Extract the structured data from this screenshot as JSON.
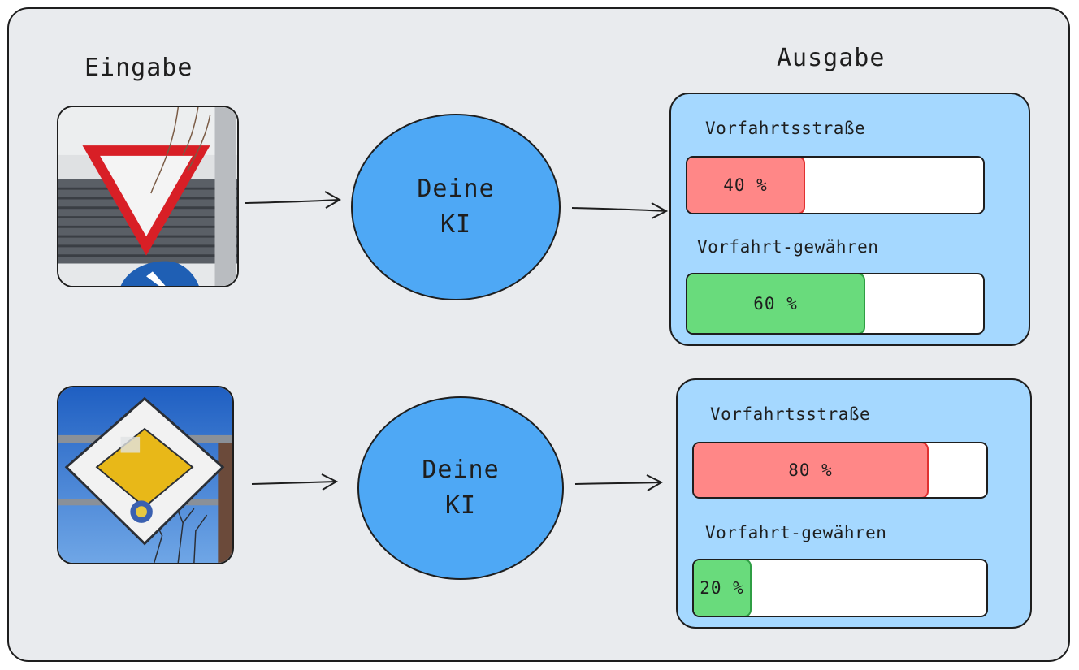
{
  "headings": {
    "input": "Eingabe",
    "output": "Ausgabe"
  },
  "colors": {
    "ki": "#4ea8f5",
    "panel": "#a5d8ff",
    "fill_red": "#ff8787",
    "fill_green": "#69db7c"
  },
  "rows": [
    {
      "image_icon": "yield-sign-photo",
      "ki": {
        "line1": "Deine",
        "line2": "KI"
      },
      "outputs": [
        {
          "label": "Vorfahrtsstraße",
          "value": 40,
          "text": "40 %",
          "color": "red"
        },
        {
          "label": "Vorfahrt-gewähren",
          "value": 60,
          "text": "60 %",
          "color": "green"
        }
      ]
    },
    {
      "image_icon": "priority-road-sign-photo",
      "ki": {
        "line1": "Deine",
        "line2": "KI"
      },
      "outputs": [
        {
          "label": "Vorfahrtsstraße",
          "value": 80,
          "text": "80 %",
          "color": "red"
        },
        {
          "label": "Vorfahrt-gewähren",
          "value": 20,
          "text": "20 %",
          "color": "green"
        }
      ]
    }
  ]
}
